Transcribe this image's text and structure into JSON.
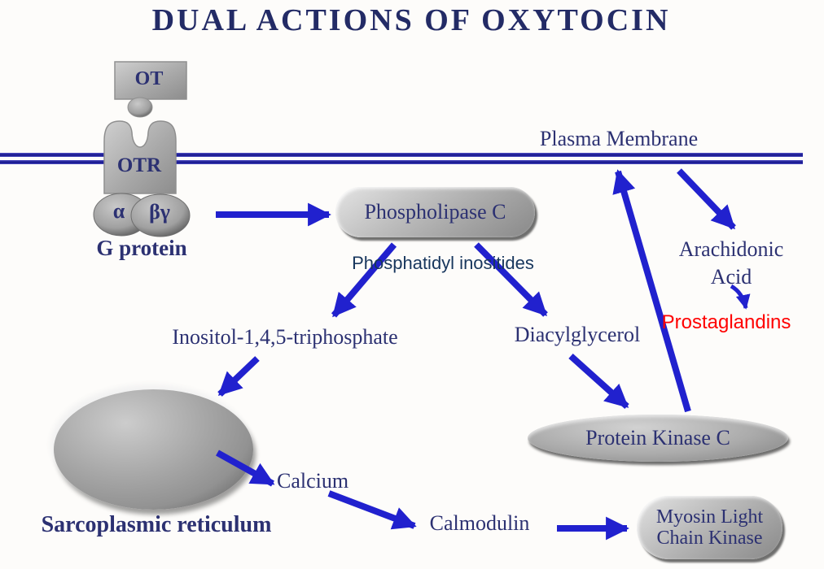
{
  "title": "DUAL ACTIONS OF OXYTOCIN",
  "labels": {
    "ot": "OT",
    "otr": "OTR",
    "alpha": "α",
    "beta_gamma": "βγ",
    "g_protein": "G protein",
    "plasma_membrane": "Plasma Membrane",
    "phospholipase_c": "Phospholipase C",
    "phosphatidyl_inositides": "Phosphatidyl inositides",
    "inositol_triphosphate": "Inositol-1,4,5-triphosphate",
    "diacylglycerol": "Diacylglycerol",
    "arachidonic": "Arachidonic",
    "acid": "Acid",
    "prostaglandins": "Prostaglandins",
    "protein_kinase_c": "Protein Kinase C",
    "sarcoplasmic_reticulum": "Sarcoplasmic reticulum",
    "calcium": "Calcium",
    "calmodulin": "Calmodulin",
    "mlck_line1": "Myosin Light",
    "mlck_line2": "Chain Kinase"
  },
  "colors": {
    "arrow_blue": "#2121ce",
    "membrane_blue": "#1b1b90",
    "label_navy": "#2c3172",
    "title_navy": "#232b66",
    "inositides_blue": "#17365d",
    "prostaglandins_red": "#ff0000",
    "shape_gray": "#a8a8a8",
    "background": "#fdfcfa"
  },
  "edges": [
    {
      "from": "OT",
      "to": "OTR"
    },
    {
      "from": "G protein",
      "to": "Phospholipase C"
    },
    {
      "from": "Phospholipase C",
      "to": "Inositol-1,4,5-triphosphate"
    },
    {
      "from": "Phospholipase C",
      "to": "Diacylglycerol"
    },
    {
      "from": "Inositol-1,4,5-triphosphate",
      "to": "Sarcoplasmic reticulum"
    },
    {
      "from": "Sarcoplasmic reticulum",
      "to": "Calcium"
    },
    {
      "from": "Calcium",
      "to": "Calmodulin"
    },
    {
      "from": "Calmodulin",
      "to": "Myosin Light Chain Kinase"
    },
    {
      "from": "Diacylglycerol",
      "to": "Protein Kinase C"
    },
    {
      "from": "Protein Kinase C",
      "to": "Plasma Membrane"
    },
    {
      "from": "Plasma Membrane",
      "to": "Arachidonic Acid"
    },
    {
      "from": "Arachidonic Acid",
      "to": "Prostaglandins"
    }
  ]
}
